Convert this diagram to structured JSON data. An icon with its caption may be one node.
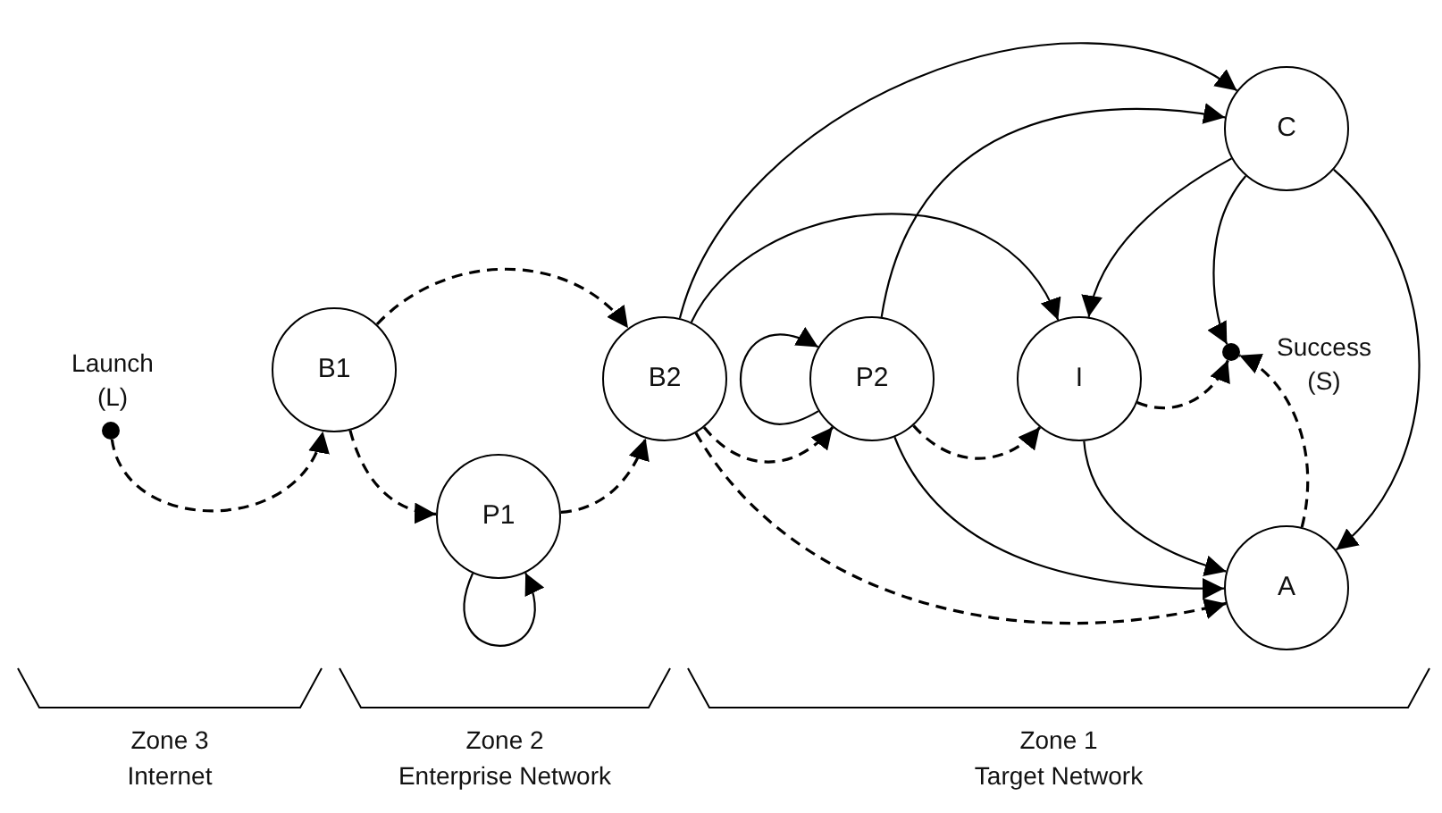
{
  "diagram": {
    "nodes": [
      {
        "text": [],
        "shape": "circle",
        "beside": [
          "Launch (L)"
        ]
      },
      {
        "text": [
          "B1"
        ]
      },
      {
        "text": [
          "P1"
        ]
      },
      {
        "text": [
          "B2"
        ]
      },
      {
        "text": [
          "P2"
        ]
      },
      {
        "text": [
          "I"
        ]
      },
      {
        "text": [
          "C"
        ]
      },
      {
        "text": [],
        "shape": "circle",
        "beside": [
          "Success (S)"
        ]
      },
      {
        "text": [
          "A"
        ]
      }
    ],
    "edges": [
      {
        "from": 0,
        "to": 1,
        "arrow": "to",
        "style": "dashed"
      },
      {
        "from": 1,
        "to": 2,
        "arrow": "to",
        "style": "dashed"
      },
      {
        "from": 1,
        "to": 3,
        "arrow": "to",
        "style": "dashed"
      },
      {
        "from": 2,
        "to": 3,
        "arrow": "to",
        "style": "dashed"
      },
      {
        "from": 2,
        "to": 2,
        "arrow": "to"
      },
      {
        "from": 3,
        "to": 6,
        "arrow": "to"
      },
      {
        "from": 3,
        "to": 5,
        "arrow": "to"
      },
      {
        "from": 3,
        "to": 4,
        "arrow": "to",
        "style": "dashed"
      },
      {
        "from": 3,
        "to": 8,
        "arrow": "to",
        "style": "dashed"
      },
      {
        "from": 4,
        "to": 4,
        "arrow": "to"
      },
      {
        "from": 4,
        "to": 6,
        "arrow": "to"
      },
      {
        "from": 4,
        "to": 5,
        "arrow": "to",
        "style": "dashed"
      },
      {
        "from": 4,
        "to": 8,
        "arrow": "to"
      },
      {
        "from": 5,
        "to": 7,
        "arrow": "to",
        "style": "dashed"
      },
      {
        "from": 5,
        "to": 8,
        "arrow": "to"
      },
      {
        "from": 6,
        "to": 5,
        "arrow": "to"
      },
      {
        "from": 6,
        "to": 7,
        "arrow": "to"
      },
      {
        "from": 6,
        "to": 8,
        "arrow": "to"
      },
      {
        "from": 8,
        "to": 7,
        "arrow": "to",
        "style": "dashed"
      }
    ],
    "labels": [
      "Zone 3",
      "Internet",
      "Zone 2",
      "Enterprise Network",
      "Zone 1",
      "Target Network"
    ]
  }
}
